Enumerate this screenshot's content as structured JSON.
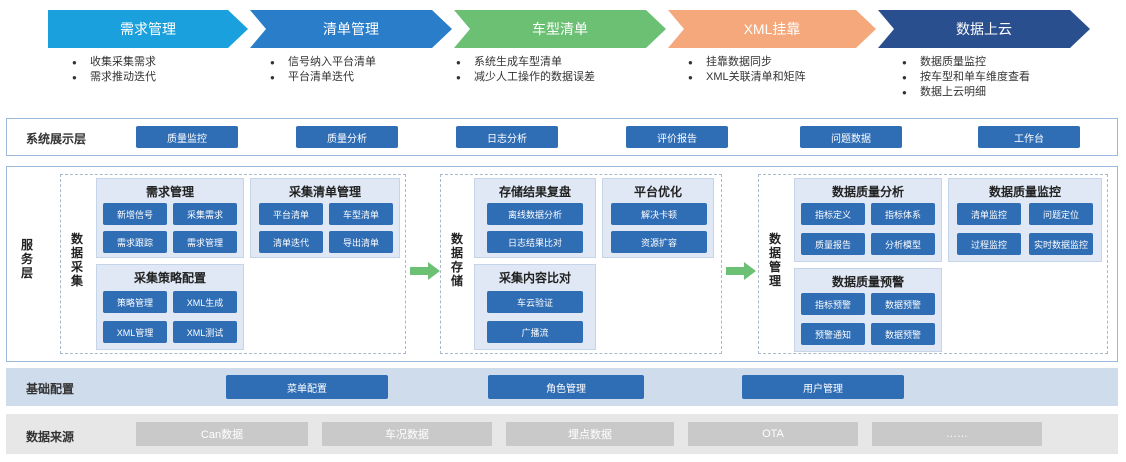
{
  "stages": [
    {
      "label": "需求管理",
      "color": "#1aa0dc",
      "items": [
        "收集采集需求",
        "需求推动迭代"
      ]
    },
    {
      "label": "清单管理",
      "color": "#2a7dc9",
      "items": [
        "信号纳入平台清单",
        "平台清单迭代"
      ]
    },
    {
      "label": "车型清单",
      "color": "#6cc074",
      "items": [
        "系统生成车型清单",
        "减少人工操作的数据误差"
      ]
    },
    {
      "label": "XML挂靠",
      "color": "#f4a87c",
      "items": [
        "挂靠数据同步",
        "XML关联清单和矩阵"
      ]
    },
    {
      "label": "数据上云",
      "color": "#2a4f8f",
      "items": [
        "数据质量监控",
        "按车型和单车维度查看",
        "数据上云明细"
      ]
    }
  ],
  "display_layer": {
    "label": "系统展示层",
    "buttons": [
      "质量监控",
      "质量分析",
      "日志分析",
      "评价报告",
      "问题数据",
      "工作台"
    ]
  },
  "service_layer": {
    "label": "服务层",
    "collection": {
      "label": "数据采集",
      "demand": {
        "title": "需求管理",
        "chips": [
          "新增信号",
          "采集需求",
          "需求跟踪",
          "需求管理"
        ]
      },
      "list": {
        "title": "采集清单管理",
        "chips": [
          "平台清单",
          "车型清单",
          "清单迭代",
          "导出清单"
        ]
      },
      "strategy": {
        "title": "采集策略配置",
        "chips": [
          "策略管理",
          "XML生成",
          "XML管理",
          "XML测试"
        ]
      }
    },
    "storage": {
      "label": "数据存储",
      "review": {
        "title": "存储结果复盘",
        "chips": [
          "离线数据分析",
          "日志结果比对"
        ]
      },
      "optimize": {
        "title": "平台优化",
        "chips": [
          "解决卡顿",
          "资源扩容"
        ]
      },
      "compare": {
        "title": "采集内容比对",
        "chips": [
          "车云验证",
          "广播流"
        ]
      }
    },
    "management": {
      "label": "数据管理",
      "analysis": {
        "title": "数据质量分析",
        "chips": [
          "指标定义",
          "指标体系",
          "质量报告",
          "分析模型"
        ]
      },
      "monitor": {
        "title": "数据质量监控",
        "chips": [
          "清单监控",
          "问题定位",
          "过程监控",
          "实时数据监控"
        ]
      },
      "warning": {
        "title": "数据质量预警",
        "chips": [
          "指标预警",
          "数据预警",
          "预警通知",
          "数据预警"
        ]
      }
    }
  },
  "base_layer": {
    "label": "基础配置",
    "buttons": [
      "菜单配置",
      "角色管理",
      "用户管理"
    ]
  },
  "source_layer": {
    "label": "数据来源",
    "buttons": [
      "Can数据",
      "车况数据",
      "埋点数据",
      "OTA",
      "……"
    ]
  }
}
